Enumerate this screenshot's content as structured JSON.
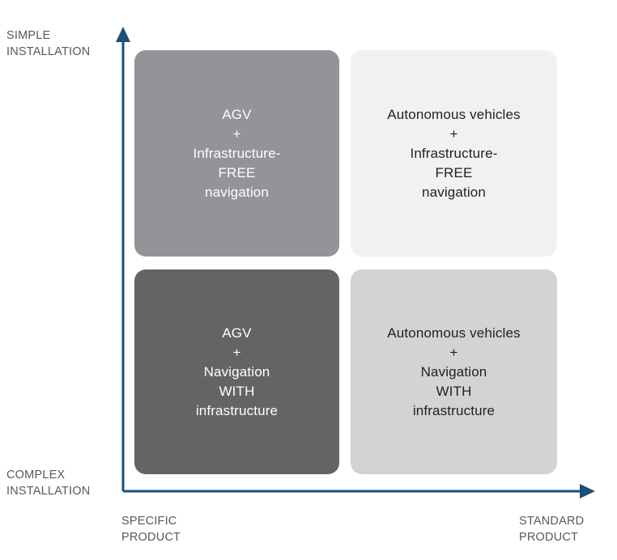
{
  "axes": {
    "y_top_label": "SIMPLE\nINSTALLATION",
    "y_bottom_label": "COMPLEX\nINSTALLATION",
    "x_left_label": "SPECIFIC\nPRODUCT",
    "x_right_label": "STANDARD\nPRODUCT",
    "axis_color": "#1a4f7a",
    "label_color": "#58595b"
  },
  "quadrants": [
    {
      "id": "agv-infra-free",
      "text": "AGV\n+\nInfrastructure-\nFREE\nnavigation",
      "background": "#929497",
      "text_color": "#ffffff"
    },
    {
      "id": "autonomous-vehicles-infra-free",
      "text": "Autonomous vehicles\n+\nInfrastructure-\nFREE\nnavigation",
      "background": "#f1f1f1",
      "text_color": "#231f20"
    },
    {
      "id": "agv-with-infrastructure",
      "text": "AGV\n+\nNavigation\nWITH\ninfrastructure",
      "background": "#636466",
      "text_color": "#ffffff"
    },
    {
      "id": "autonomous-vehicles-with-infrastructure",
      "text": "Autonomous vehicles\n+\nNavigation\nWITH\ninfrastructure",
      "background": "#d2d3d4",
      "text_color": "#231f20"
    }
  ]
}
